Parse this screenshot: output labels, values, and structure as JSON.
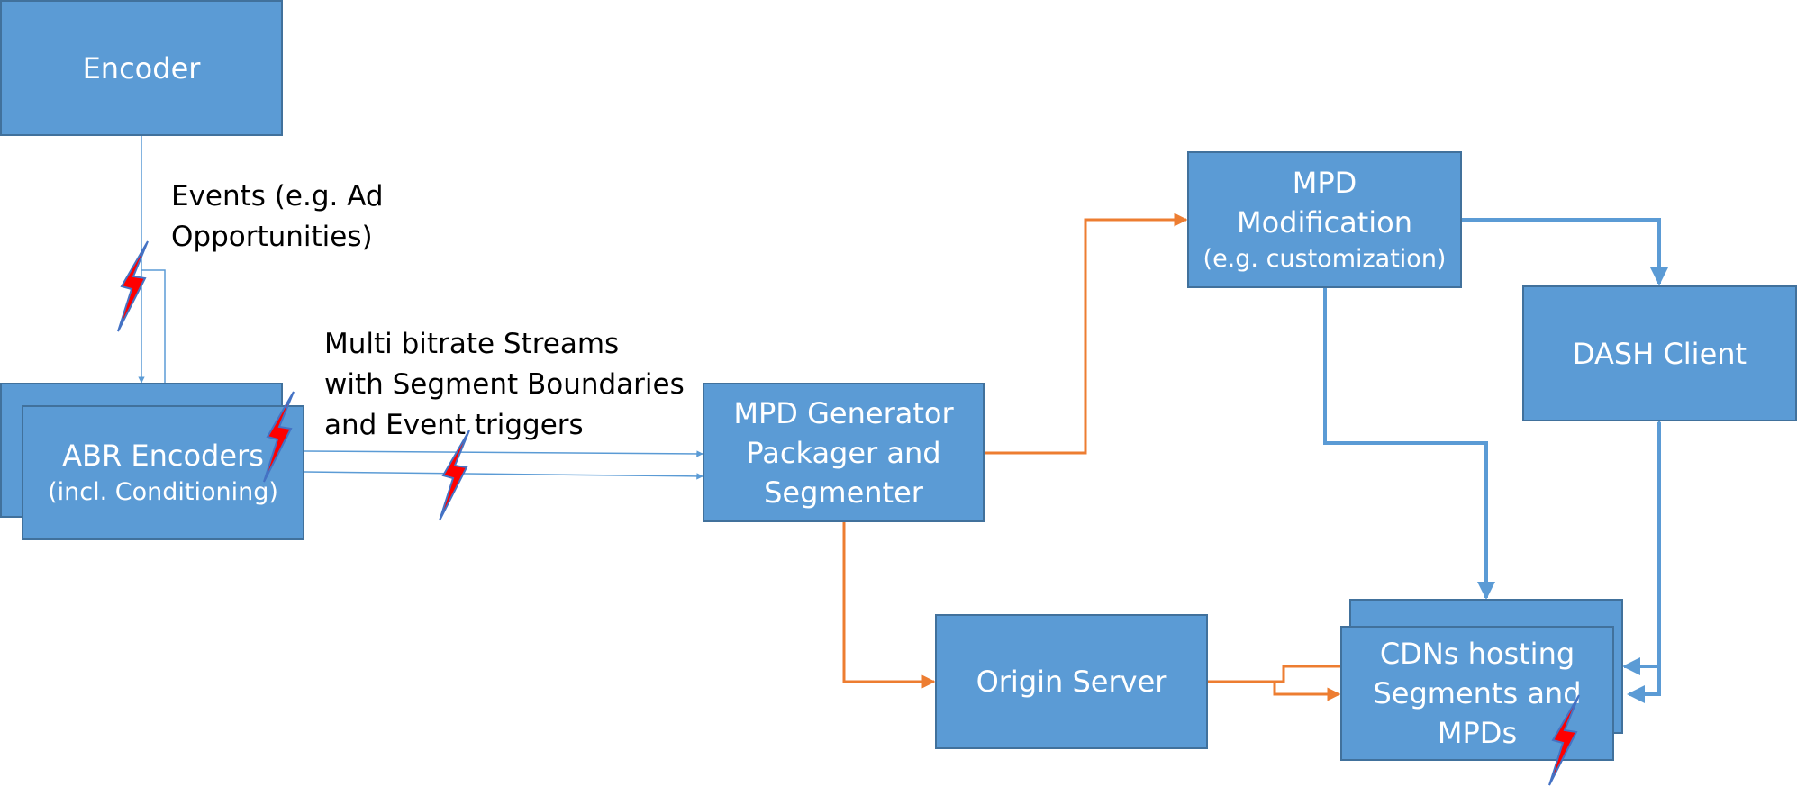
{
  "colors": {
    "box_fill": "#5b9bd5",
    "box_border": "#41719c",
    "box_text": "#ffffff",
    "blue_connector": "#5b9bd5",
    "orange_connector": "#ed7d31",
    "lightning_fill": "#ff0000",
    "lightning_stroke": "#4472c4"
  },
  "icons": {
    "event": "lightning-bolt-icon"
  },
  "boxes": {
    "encoder": {
      "line1": "Encoder"
    },
    "abr_encoders": {
      "line1": "ABR Encoders",
      "line2": "(incl. Conditioning)"
    },
    "mpd_generator": {
      "line1": "MPD Generator",
      "line2": "Packager and",
      "line3": "Segmenter"
    },
    "mpd_modification": {
      "line1": "MPD",
      "line2": "Modification",
      "line3": "(e.g. customization)"
    },
    "dash_client": {
      "line1": "DASH Client"
    },
    "origin_server": {
      "line1": "Origin Server"
    },
    "cdns": {
      "line1": "CDNs hosting",
      "line2": "Segments and",
      "line3": "MPDs"
    }
  },
  "labels": {
    "events": {
      "line1": "Events (e.g. Ad",
      "line2": "Opportunities)"
    },
    "streams": {
      "line1": "Multi bitrate Streams",
      "line2": "with Segment Boundaries",
      "line3": "and Event triggers"
    }
  }
}
